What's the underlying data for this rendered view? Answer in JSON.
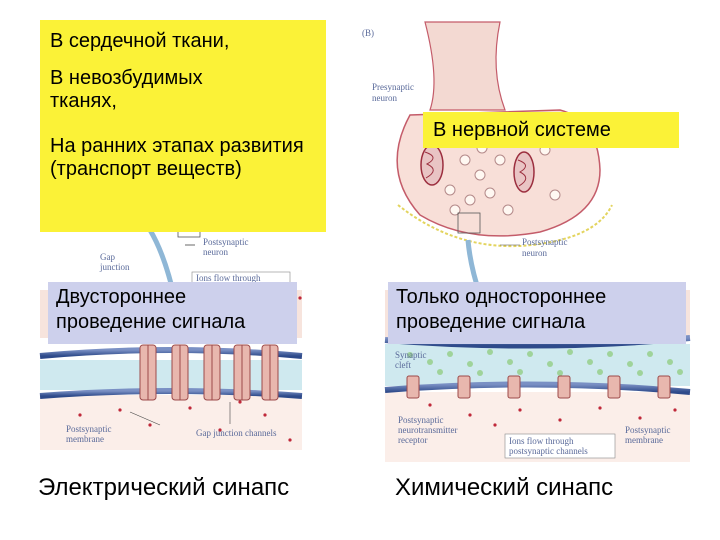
{
  "panel_letter": "(B)",
  "left_panel": {
    "labels": {
      "postsynaptic_neuron": [
        "Postsynaptic",
        "neuron"
      ],
      "gap_junction": [
        "Gap",
        "junction"
      ],
      "ions_flow": "Ions flow through",
      "postsynaptic_membrane": [
        "Postsynaptic",
        "membrane"
      ],
      "gap_junction_channels": "Gap junction channels"
    }
  },
  "right_panel": {
    "labels": {
      "presynaptic_neuron": [
        "Presynaptic",
        "neuron"
      ],
      "postsynaptic_neuron": [
        "Postsynaptic",
        "neuron"
      ],
      "synaptic_cleft": [
        "Synaptic",
        "cleft"
      ],
      "receptor": [
        "Postsynaptic",
        "neurotransmitter",
        "receptor"
      ],
      "ions_flow": [
        "Ions flow through",
        "postsynaptic channels"
      ],
      "postsynaptic_membrane": [
        "Postsynaptic",
        "membrane"
      ]
    }
  },
  "overlays": {
    "yellow_left": {
      "line1": "В сердечной ткани,",
      "line2": "В невозбудимых тканях,",
      "line3": "На ранних этапах развития (транспорт веществ)"
    },
    "yellow_right": "В нервной системе",
    "lavender_left": "Двустороннее проведение сигнала",
    "lavender_right": "Только одностороннее проведение сигнала"
  },
  "captions": {
    "left": "Электрический синапс",
    "right": "Химический синапс"
  },
  "colors": {
    "yellow": "#fbf237",
    "lavender": "#cdd0ec",
    "membrane_blue": "#2e4a8a",
    "cell_pink": "#f3d9d2",
    "cleft_blue": "#cfe9ef",
    "vesicle_green": "#9fd39a",
    "ion_red": "#c0283a"
  }
}
